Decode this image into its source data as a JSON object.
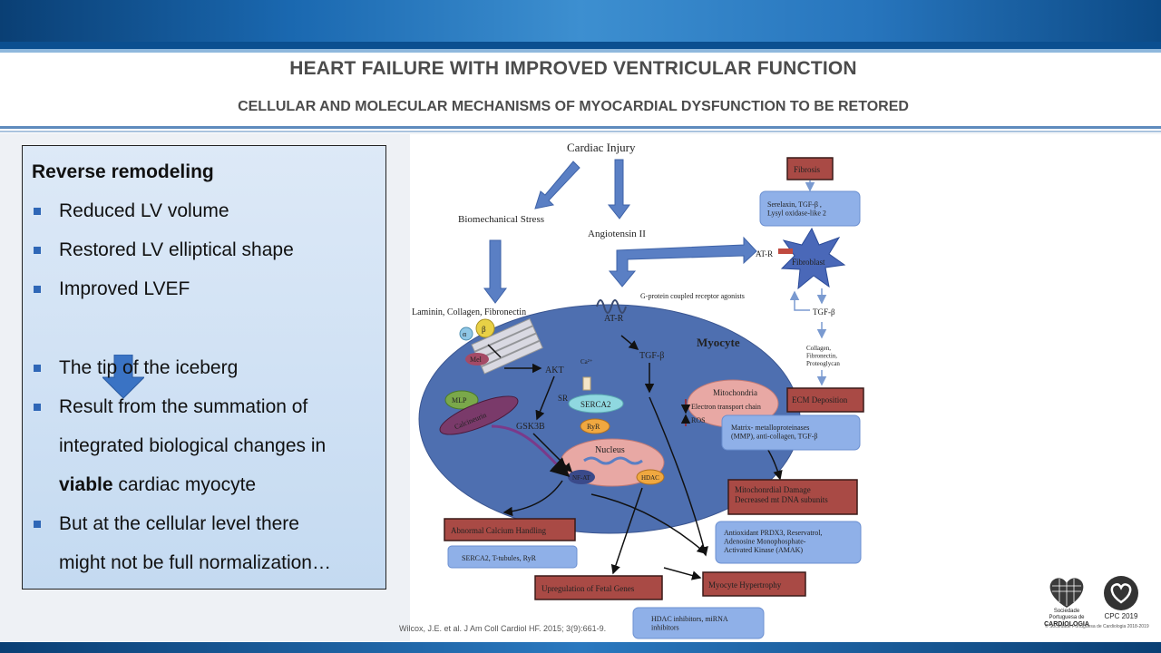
{
  "slide": {
    "title": "HEART FAILURE WITH IMPROVED VENTRICULAR FUNCTION",
    "subtitle": "CELLULAR AND MOLECULAR MECHANISMS OF MYOCARDIAL DYSFUNCTION TO BE RETORED"
  },
  "left_box": {
    "heading": "Reverse remodeling",
    "bullets_top": [
      "Reduced LV volume",
      "Restored LV elliptical shape",
      "Improved LVEF"
    ],
    "bullets_bottom": [
      "The tip of the iceberg",
      "Result from the summation of",
      "integrated biological changes in",
      "viable",
      " cardiac myocyte",
      "But at the cellular level there",
      "might not be full normalization…"
    ]
  },
  "figure": {
    "cardiac_injury": "Cardiac Injury",
    "biomechanical_stress": "Biomechanical Stress",
    "angiotensin": "Angiotensin II",
    "laminin": "Laminin, Collagen, Fibronectin",
    "alpha": "α",
    "beta": "β",
    "melusin": "Mel",
    "mlp": "MLP",
    "calcineurin": "Calcineurin",
    "akt": "AKT",
    "gsk3b": "GSK3B",
    "ca": "Ca²⁺",
    "sr": "SR",
    "serca2": "SERCA2",
    "ryr": "RyR",
    "nucleus": "Nucleus",
    "nfat": "NF-AT",
    "hdac": "HDAC",
    "atr": "AT-R",
    "gpcr": "G-protein coupled receptor agonists",
    "tgfb_cell": "TGF-β",
    "myocyte": "Myocyte",
    "mitochondria": "Mitochondria",
    "etc": "Electron transport chain",
    "ros": "ROS",
    "fibrosis": "Fibrosis",
    "serelaxin": "Serelaxin, TGF-β ,\nLysyl oxidase-like 2",
    "atr_fib": "AT-R",
    "fibroblast": "Fibroblast",
    "tgfb_fib": "TGF-β",
    "collagen": "Collagen,\nFibronectin,\nProteoglycan",
    "ecm": "ECM Deposition",
    "mmp": "Matrix-  metalloproteinases\n(MMP), anti-collagen, TGF-β",
    "mito_damage": "Mitochonrdial Damage\nDecreased mt DNA subunits",
    "antioxidant": "Antioxidant PRDX3, Reservatrol,\nAdenosine Monophosphate-\nActivated Kinase (AMAK)",
    "calcium": "Abnormal Calcium Handling",
    "serca_tub": "SERCA2, T-tubules, RyR",
    "fetal": "Upregulation of Fetal Genes",
    "hypertrophy": "Myocyte Hypertrophy",
    "hdac_inh": "HDAC inhibitors, miRNA\ninhibitors"
  },
  "citation": "Wilcox, J.E. et al. J Am Coll Cardiol HF. 2015; 3(9):661-9.",
  "logos": {
    "spc_small": "Sociedade Portuguesa de",
    "spc_big": "CARDIOLOGIA",
    "cpc": "CPC 2019",
    "copyright": "© Sociedade Portuguesa de Cardiologia 2018-2019"
  },
  "colors": {
    "accent_blue": "#2f67b7",
    "red_box": "#a94a45",
    "blue_box": "#8fb0e8",
    "cell": "#4e6fb0"
  }
}
